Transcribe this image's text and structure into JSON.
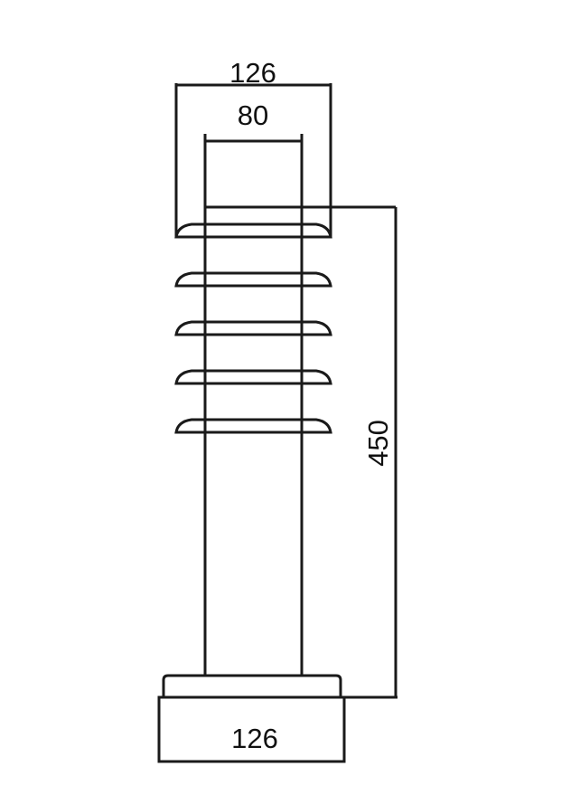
{
  "dimensions": {
    "top_width": "126",
    "inner_width": "80",
    "height": "450",
    "base_width": "126"
  },
  "colors": {
    "line": "#1a1a1a",
    "background": "#ffffff"
  }
}
